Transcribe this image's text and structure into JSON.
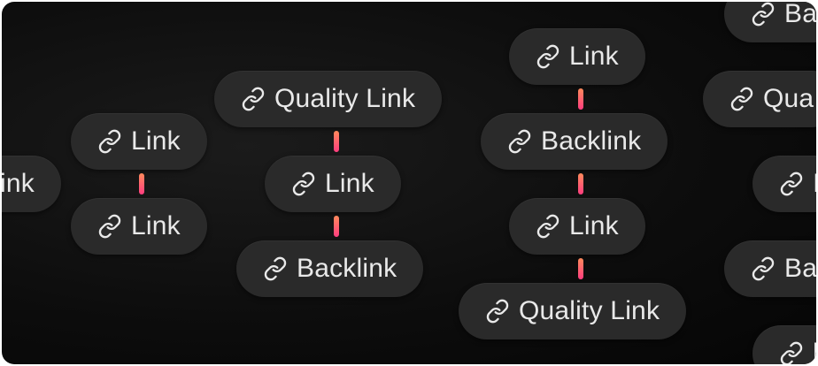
{
  "link_icon": "link-icon",
  "accent_gradient": [
    "#ff8a5c",
    "#ff3d7f"
  ],
  "pill_background": "#2a2a2a",
  "card_background": "#0d0d0d",
  "text_color": "#e9e9e9",
  "pills": [
    {
      "id": "p1",
      "label": "ink"
    },
    {
      "id": "p2",
      "label": "Link"
    },
    {
      "id": "p3",
      "label": "Link"
    },
    {
      "id": "p4",
      "label": "Quality Link"
    },
    {
      "id": "p5",
      "label": "Link"
    },
    {
      "id": "p6",
      "label": "Backlink"
    },
    {
      "id": "p7",
      "label": "Link"
    },
    {
      "id": "p8",
      "label": "Backlink"
    },
    {
      "id": "p9",
      "label": "Link"
    },
    {
      "id": "p10",
      "label": "Quality Link"
    },
    {
      "id": "p11",
      "label": "Ba"
    },
    {
      "id": "p12",
      "label": "Qua"
    },
    {
      "id": "p13",
      "label": "I"
    },
    {
      "id": "p14",
      "label": "Ba"
    },
    {
      "id": "p15",
      "label": "l"
    }
  ]
}
